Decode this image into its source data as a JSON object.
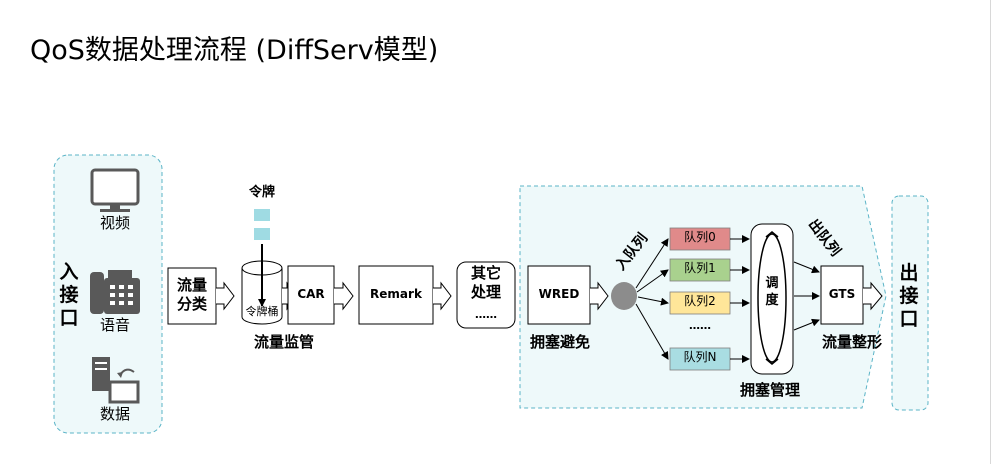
{
  "title": "QoS数据处理流程 (DiffServ模型)",
  "input_interface": {
    "label": "入接口",
    "sources": [
      {
        "label": "视频",
        "icon": "monitor-icon"
      },
      {
        "label": "语音",
        "icon": "phone-icon"
      },
      {
        "label": "数据",
        "icon": "computer-icon"
      }
    ]
  },
  "classification": {
    "label": "流量\n分类"
  },
  "token": {
    "label": "令牌"
  },
  "bucket": {
    "label": "令牌桶"
  },
  "car": {
    "label": "CAR"
  },
  "remark": {
    "label": "Remark"
  },
  "policing": {
    "label": "流量监管"
  },
  "other": {
    "label": "其它\n处理",
    "ellipsis": "……"
  },
  "wred": {
    "label": "WRED"
  },
  "congestion_avoidance": {
    "label": "拥塞避免"
  },
  "enqueue": {
    "label": "入队列"
  },
  "queues": [
    {
      "label": "队列0",
      "color": "#e08a8a"
    },
    {
      "label": "队列1",
      "color": "#a9d18e"
    },
    {
      "label": "队列2",
      "color": "#ffe699"
    },
    {
      "label": "……",
      "color": ""
    },
    {
      "label": "队列N",
      "color": "#a9dde2"
    }
  ],
  "scheduler": {
    "label": "调\n度"
  },
  "dequeue": {
    "label": "出队列"
  },
  "congestion_management": {
    "label": "拥塞管理"
  },
  "gts": {
    "label": "GTS"
  },
  "shaping": {
    "label": "流量整形"
  },
  "output_interface": {
    "label": "出接口"
  },
  "colors": {
    "panel_bg": "#eef9fa",
    "panel_border": "#5bb4c7",
    "token": "#9fdbe3"
  }
}
